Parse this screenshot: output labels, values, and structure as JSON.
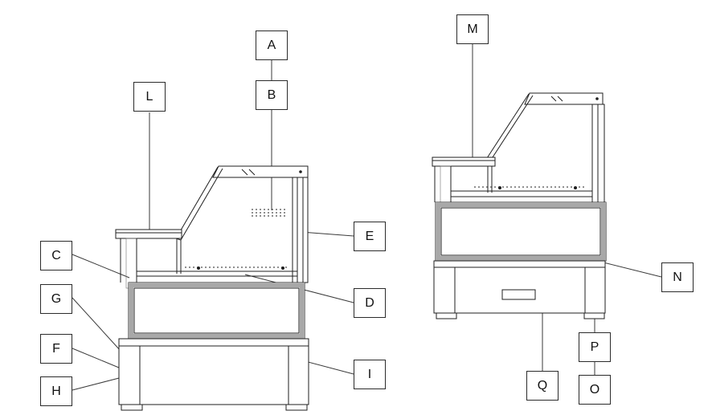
{
  "colors": {
    "background": "#ffffff",
    "line": "#1f1f1f",
    "shade": "#a8a8a8"
  },
  "labels": {
    "A": "A",
    "B": "B",
    "C": "C",
    "D": "D",
    "E": "E",
    "F": "F",
    "G": "G",
    "H": "H",
    "I": "I",
    "L": "L",
    "M": "M",
    "N": "N",
    "O": "O",
    "P": "P",
    "Q": "Q"
  }
}
